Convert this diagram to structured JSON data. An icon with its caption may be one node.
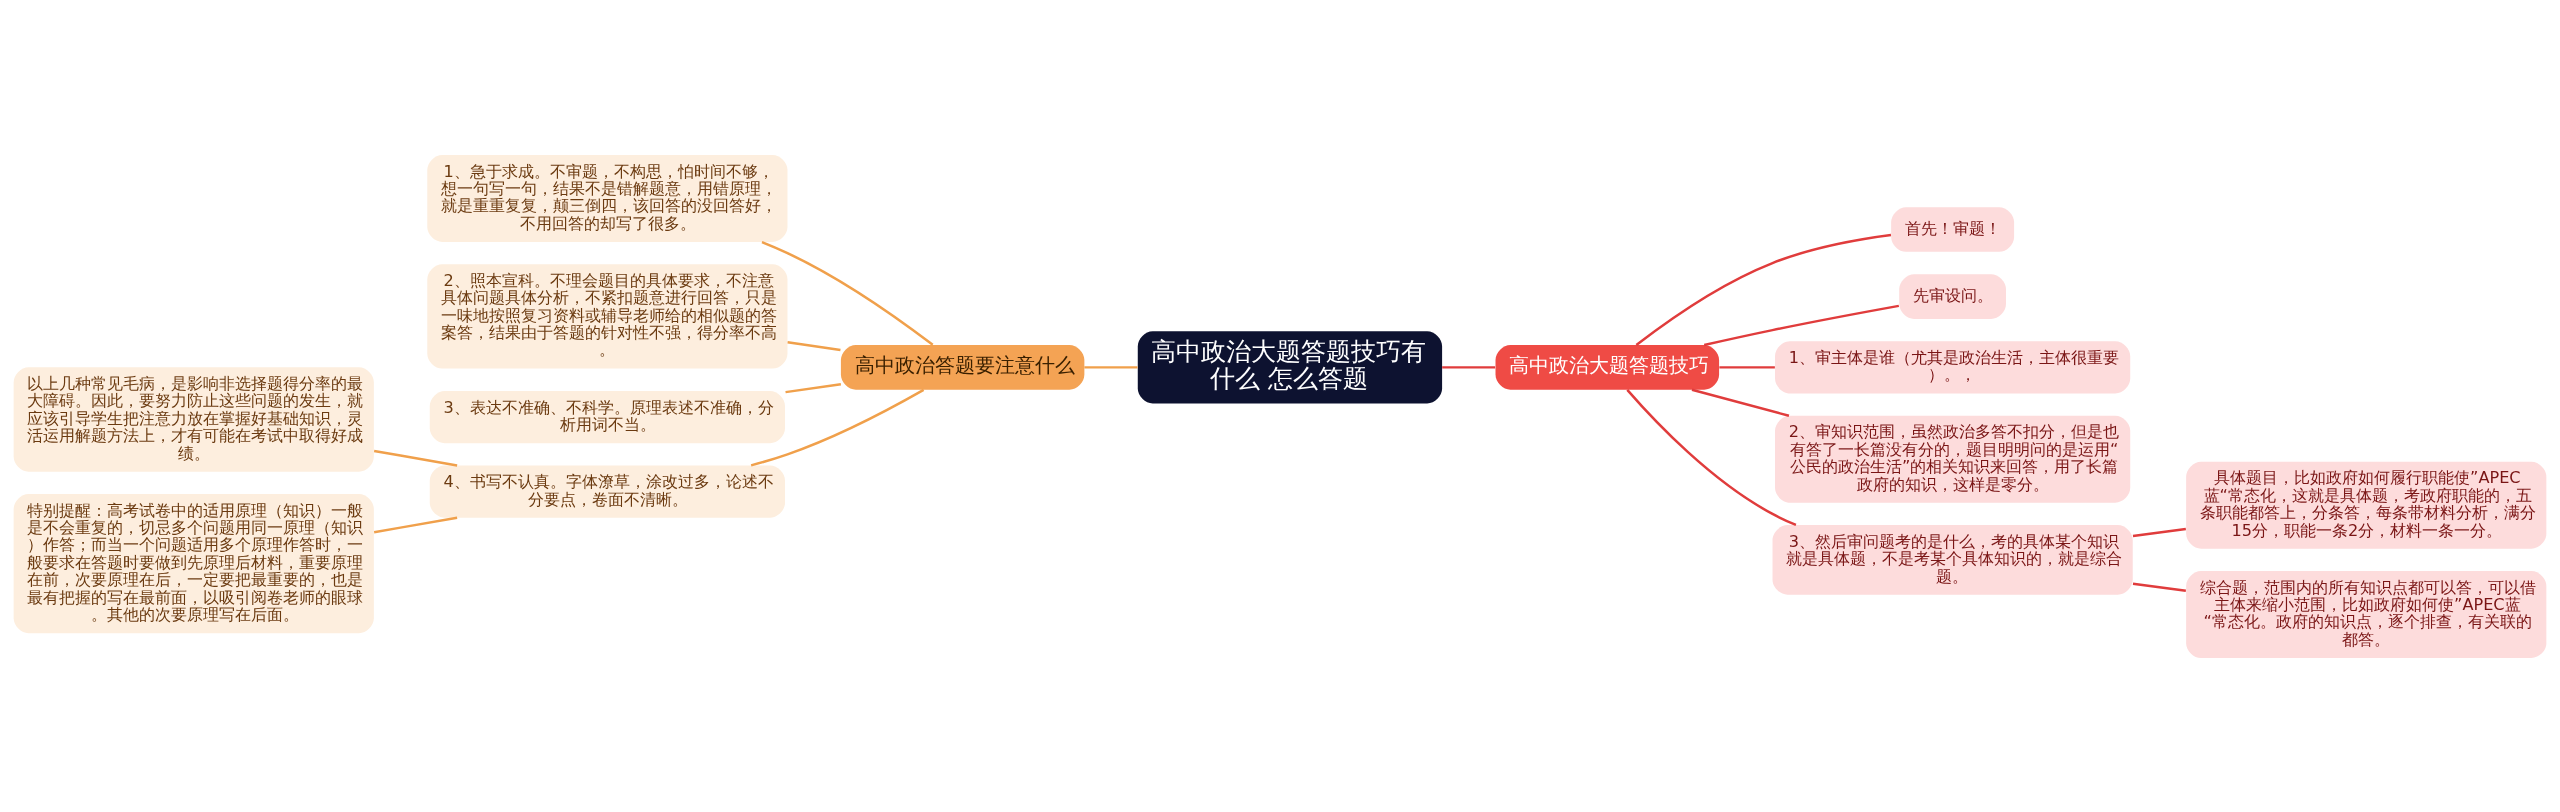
{
  "diagram": {
    "nodes": [
      {
        "text": [
          "高中政治大题答题技巧有什么 怎么答题"
        ]
      },
      {
        "text": [
          "高中政治答题要注意什么"
        ]
      },
      {
        "text": [
          "1、急于求成。不审题，不构思，怕时间不够，想一句写一句，结果不是错解题意，用错原理，就是重重复复，颠三倒四，该回答的没回答好，不用回答的却写了很多。"
        ]
      },
      {
        "text": [
          "2、照本宣科。不理会题目的具体要求，不注意具体问题具体分析，不紧扣题意进行回答，只是一味地按照复习资料或辅导老师给的相似题的答案答，结果由于答题的针对性不强，得分率不高。"
        ]
      },
      {
        "text": [
          "3、表达不准确、不科学。原理表述不准确，分析用词不当。"
        ]
      },
      {
        "text": [
          "4、书写不认真。字体潦草，涂改过多，论述不分要点，卷面不清晰。"
        ]
      },
      {
        "text": [
          "以上几种常见毛病，是影响非选择题得分率的最大障碍。因此，要努力防止这些问题的发生，就应该引导学生把注意力放在掌握好基础知识，灵活运用解题方法上，才有可能在考试中取得好成绩。"
        ]
      },
      {
        "text": [
          "特别提醒：高考试卷中的适用原理（知识）一般是不会重复的，切忌多个问题用同一原理（知识）作答；而当一个问题适用多个原理作答时，一般要求在答题时要做到先原理后材料，重要原理在前，次要原理在后，一定要把最重要的，也是最有把握的写在最前面，以吸引阅卷老师的眼球。其他的次要原理写在后面。"
        ]
      },
      {
        "text": [
          "高中政治大题答题技巧"
        ]
      },
      {
        "text": [
          "首先！审题！"
        ]
      },
      {
        "text": [
          "先审设问。"
        ]
      },
      {
        "text": [
          "1、审主体是谁（尤其是政治生活，主体很重要）。，"
        ]
      },
      {
        "text": [
          "2、审知识范围，虽然政治多答不扣分，但是也有答了一长篇没有分的，题目明明问的是运用“公民的政治生活”的相关知识来回答，用了长篇政府的知识，这样是零分。"
        ]
      },
      {
        "text": [
          "3、然后审问题考的是什么，考的具体某个知识就是具体题，不是考某个具体知识的，就是综合题。"
        ]
      },
      {
        "text": [
          "具体题目，比如政府如何履行职能使”APEC蓝“常态化，这就是具体题，考政府职能的，五条职能都答上，分条答，每条带材料分析，满分15分，职能一条2分，材料一条一分。"
        ]
      },
      {
        "text": [
          "综合题，范围内的所有知识点都可以答，可以借主体来缩小范围，比如政府如何使”APEC蓝“常态化。政府的知识点，逐个排查，有关联的都答。"
        ]
      }
    ],
    "edges": [
      {
        "from": 0,
        "to": 1,
        "arrow": "none",
        "color": "#f0a04b"
      },
      {
        "from": 1,
        "to": 2,
        "arrow": "none",
        "color": "#f0a04b"
      },
      {
        "from": 1,
        "to": 3,
        "arrow": "none",
        "color": "#f0a04b"
      },
      {
        "from": 1,
        "to": 4,
        "arrow": "none",
        "color": "#f0a04b"
      },
      {
        "from": 1,
        "to": 5,
        "arrow": "none",
        "color": "#f0a04b"
      },
      {
        "from": 5,
        "to": 6,
        "arrow": "none",
        "color": "#f0a04b"
      },
      {
        "from": 5,
        "to": 7,
        "arrow": "none",
        "color": "#f0a04b"
      },
      {
        "from": 0,
        "to": 8,
        "arrow": "none"
      },
      {
        "from": 8,
        "to": 9,
        "arrow": "none"
      },
      {
        "from": 8,
        "to": 10,
        "arrow": "none"
      },
      {
        "from": 8,
        "to": 11,
        "arrow": "none"
      },
      {
        "from": 8,
        "to": 12,
        "arrow": "none"
      },
      {
        "from": 8,
        "to": 13,
        "arrow": "none"
      },
      {
        "from": 13,
        "to": 14,
        "arrow": "none"
      },
      {
        "from": 13,
        "to": 15,
        "arrow": "none"
      }
    ]
  }
}
